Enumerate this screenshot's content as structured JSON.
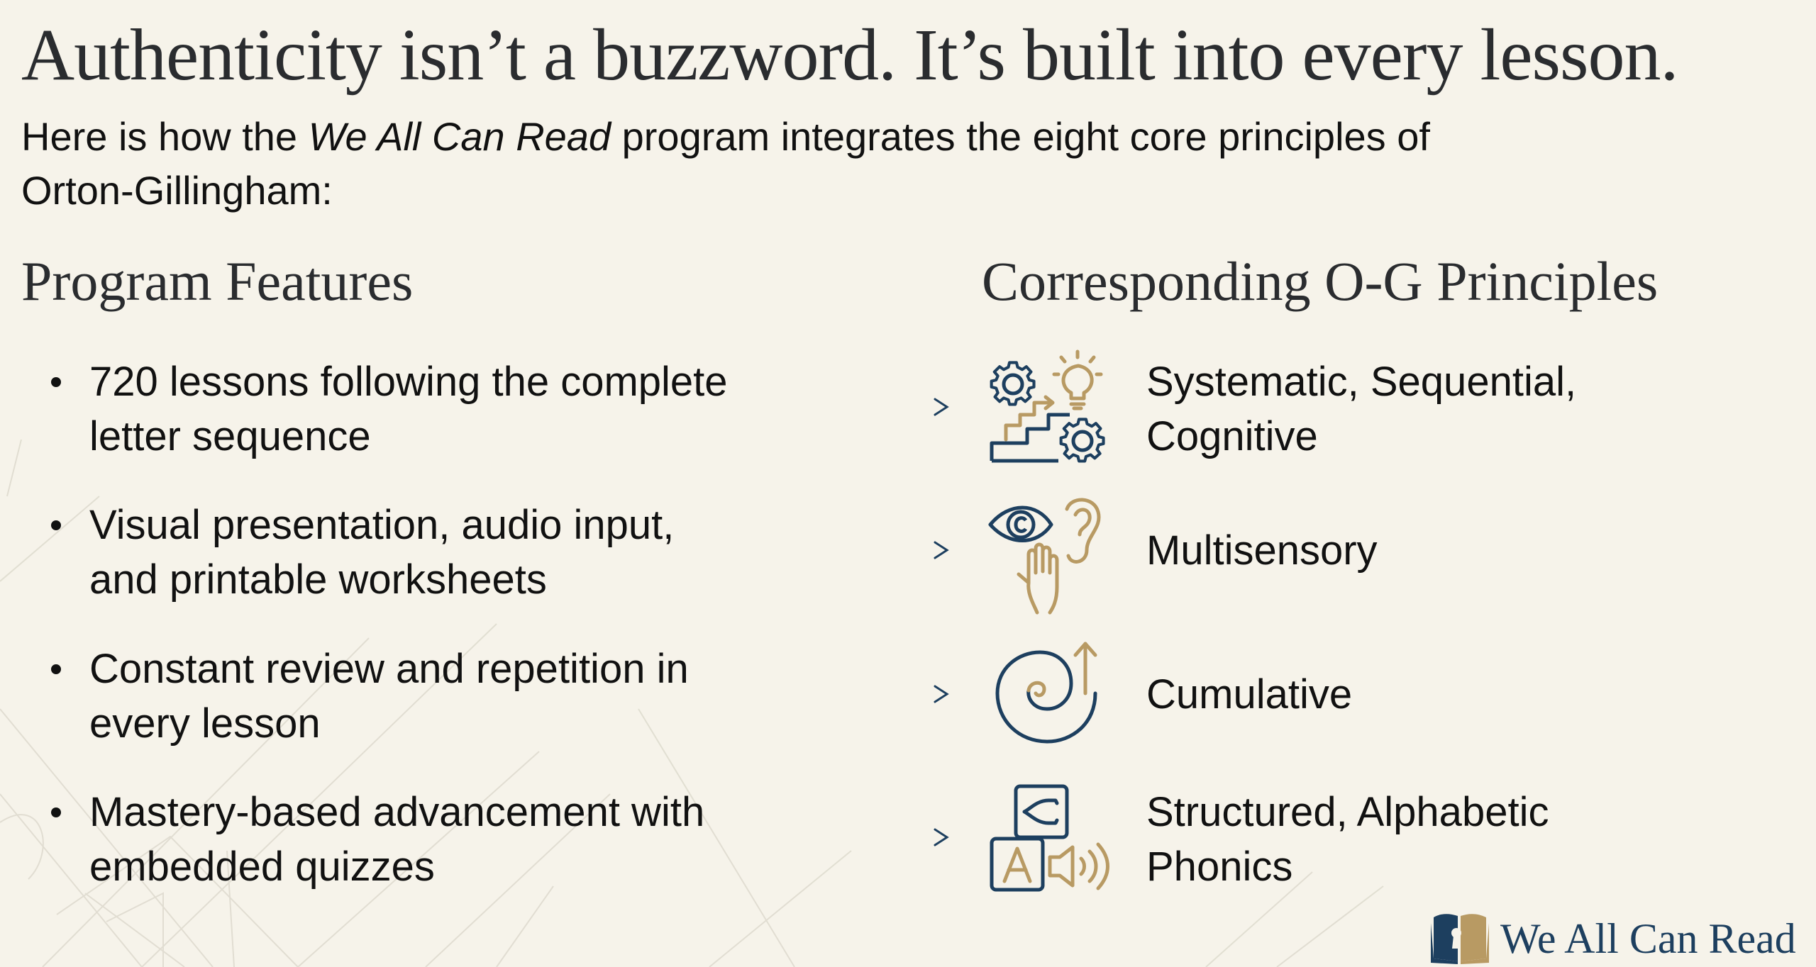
{
  "title": "Authenticity isn’t a buzzword. It’s built into every lesson.",
  "subtitle": {
    "prefix": "Here is how the ",
    "program_name": "We All Can Read",
    "suffix_line1": " program integrates the eight core principles of",
    "line2": "Orton-Gillingham:"
  },
  "columns": {
    "left_heading": "Program Features",
    "right_heading": "Corresponding O-G Principles"
  },
  "rows": [
    {
      "feature_line1": "720 lessons following the complete",
      "feature_line2": "letter sequence",
      "icon": "stairs-gears-lightbulb-icon",
      "principle_line1": "Systematic, Sequential,",
      "principle_line2": "Cognitive"
    },
    {
      "feature_line1": "Visual presentation, audio input,",
      "feature_line2": "and printable worksheets",
      "icon": "eye-ear-hand-icon",
      "principle_line1": "Multisensory",
      "principle_line2": ""
    },
    {
      "feature_line1": "Constant review and repetition in",
      "feature_line2": "every lesson",
      "icon": "spiral-arrow-icon",
      "principle_line1": "Cumulative",
      "principle_line2": ""
    },
    {
      "feature_line1": "Mastery-based advancement with",
      "feature_line2": "embedded quizzes",
      "icon": "letter-blocks-speaker-icon",
      "principle_line1": "Structured, Alphabetic",
      "principle_line2": "Phonics"
    }
  ],
  "logo": {
    "text": "We All Can Read",
    "icon": "open-book-keyhole-icon"
  },
  "colors": {
    "background": "#f6f3ea",
    "navy": "#1d3f5f",
    "gold": "#b89a63",
    "text": "#111111",
    "heading": "#2a2c2f"
  }
}
